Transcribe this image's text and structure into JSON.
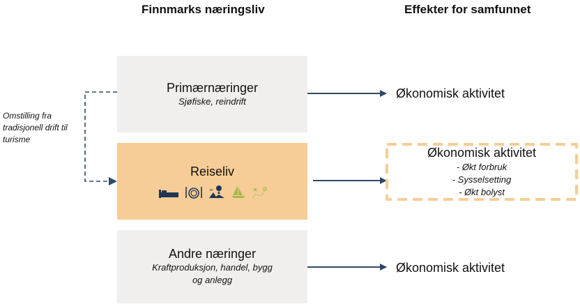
{
  "headers": {
    "left": "Finnmarks næringsliv",
    "right": "Effekter for samfunnet"
  },
  "note": "Omstilling fra tradisjonell drift til turisme",
  "boxes": {
    "primary": {
      "title": "Primærnæringer",
      "subtitle": "Sjøfiske, reindrift"
    },
    "tourism": {
      "title": "Reiseliv"
    },
    "other": {
      "title": "Andre næringer",
      "subtitle_line1": "Kraftproduksjon, handel, bygg",
      "subtitle_line2": "og anlegg"
    }
  },
  "effects": {
    "primary": "Økonomisk aktivitet",
    "tourism": {
      "title": "Økonomisk aktivitet",
      "bullets": [
        "- Økt forbruk",
        "- Sysselsetting",
        "- Økt bolyst"
      ]
    },
    "other": "Økonomisk aktivitet"
  },
  "icons": [
    "bed-icon",
    "dining-icon",
    "landscape-icon",
    "sailboat-icon",
    "treasure-map-icon"
  ],
  "colors": {
    "box_gray": "#f0efed",
    "box_tourism": "#f6cd96",
    "arrow": "#2f4a66",
    "dashed_border": "#f6cd96",
    "icon_navy": "#1f3655",
    "icon_green": "#a8b84a"
  }
}
